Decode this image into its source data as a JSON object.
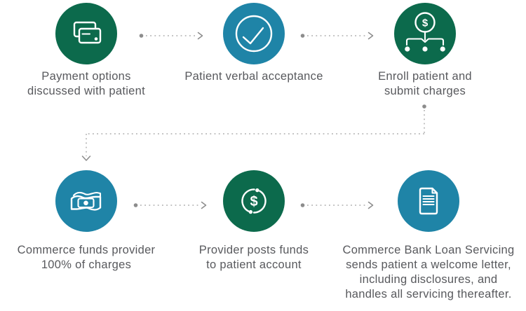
{
  "colors": {
    "green": "#0c6a4c",
    "blue": "#1f84a7",
    "text": "#58595d",
    "dash": "#ababab",
    "dash_dark": "#8c8c8c",
    "icon": "#ffffff"
  },
  "diagram": {
    "type": "process-flow",
    "rows": 2,
    "steps_per_row": 3
  },
  "steps": [
    {
      "icon": "credit-cards-icon",
      "color": "green",
      "label": "Payment options discussed with patient",
      "label_lines": [
        "Payment options",
        "discussed with patient"
      ]
    },
    {
      "icon": "check-circle-icon",
      "color": "blue",
      "label": "Patient verbal acceptance",
      "label_lines": [
        "Patient verbal acceptance"
      ]
    },
    {
      "icon": "dollar-distribution-icon",
      "color": "green",
      "label": "Enroll patient and submit charges",
      "label_lines": [
        "Enroll patient and",
        "submit charges"
      ]
    },
    {
      "icon": "banknote-icon",
      "color": "blue",
      "label": "Commerce funds provider 100% of charges",
      "label_lines": [
        "Commerce funds provider",
        "100% of charges"
      ]
    },
    {
      "icon": "dollar-cycle-icon",
      "color": "green",
      "label": "Provider posts funds to patient account",
      "label_lines": [
        "Provider posts funds",
        "to patient account"
      ]
    },
    {
      "icon": "document-icon",
      "color": "blue",
      "label": "Commerce Bank Loan Servicing sends patient a welcome letter, including disclosures, and handles all servicing thereafter.",
      "label_lines": [
        "Commerce Bank Loan Servicing",
        "sends patient a welcome letter,",
        "including disclosures, and",
        "handles all servicing thereafter."
      ]
    }
  ]
}
